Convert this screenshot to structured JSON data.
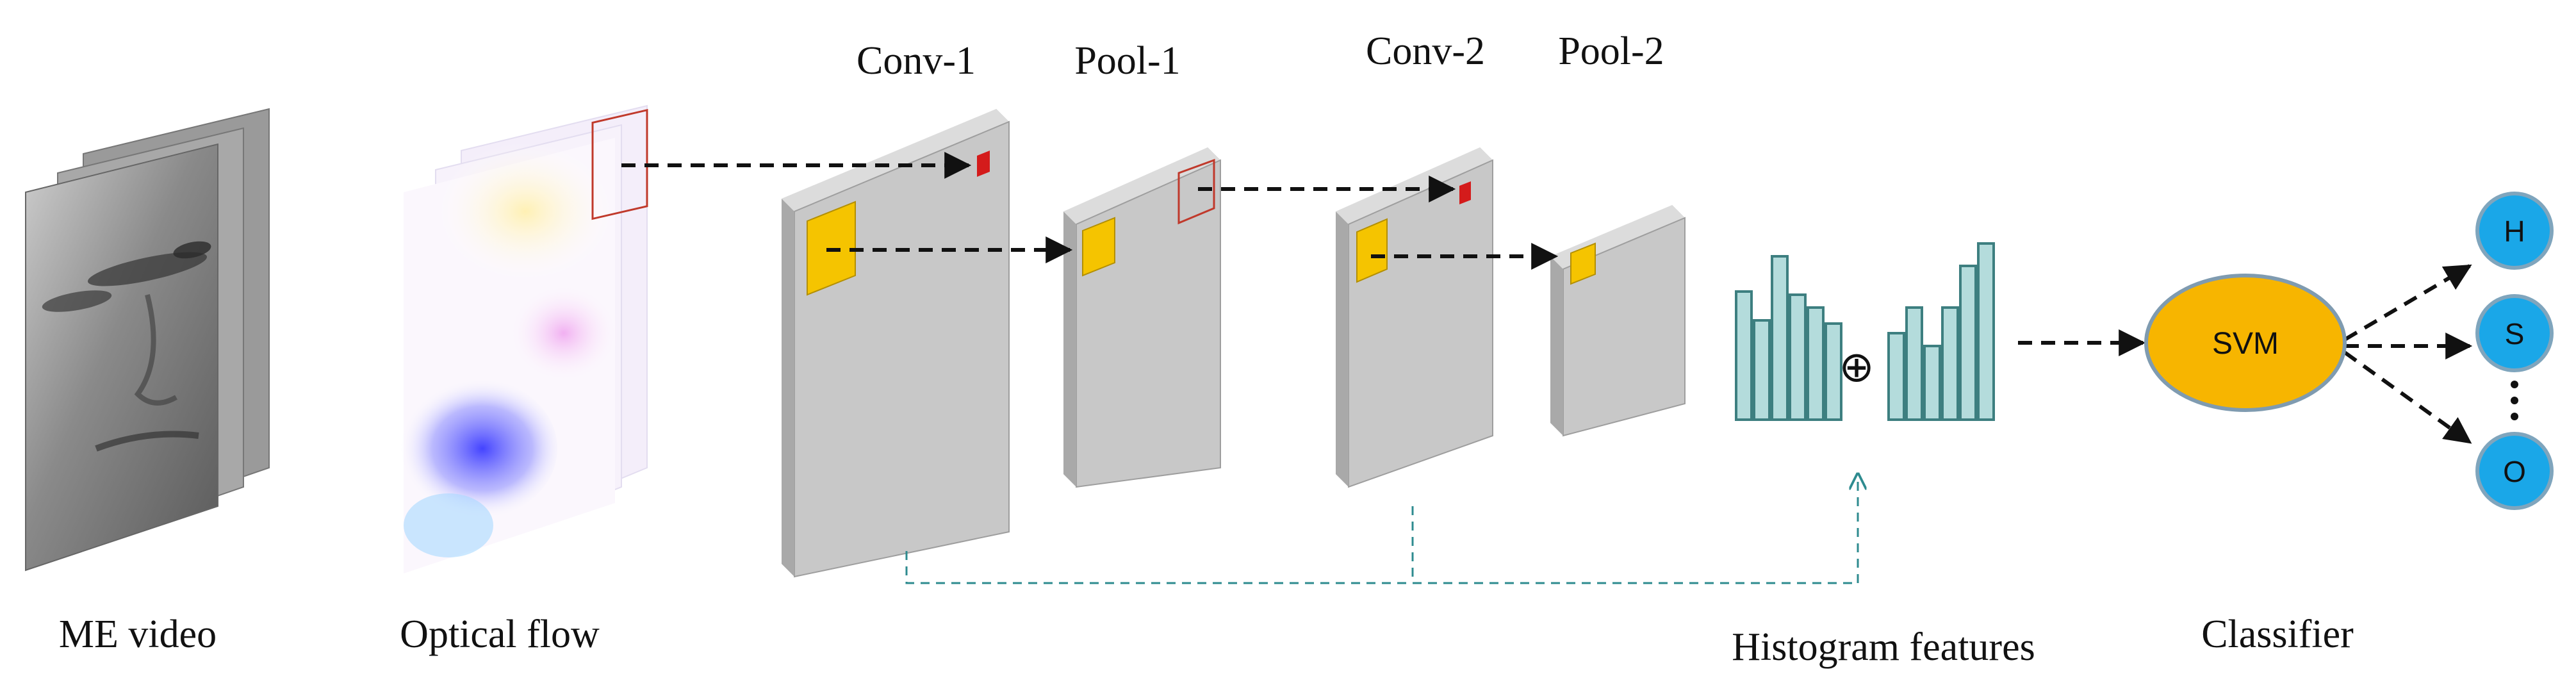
{
  "labels": {
    "me_video": "ME video",
    "optical_flow": "Optical flow",
    "conv1": "Conv-1",
    "pool1": "Pool-1",
    "conv2": "Conv-2",
    "pool2": "Pool-2",
    "histogram_features": "Histogram features",
    "classifier": "Classifier",
    "svm": "SVM",
    "concat_symbol": "⊕",
    "out_h": "H",
    "out_s": "S",
    "out_o": "O"
  },
  "colors": {
    "plate_front": "#c8c8c8",
    "plate_side": "#a9a9a9",
    "plate_top": "#dcdcdc",
    "kernel_fill": "#f5c400",
    "receptive_field": "#c0392b",
    "histogram_fill": "#b4dcdc",
    "histogram_stroke": "#3d7f80",
    "feedback_line": "#2e8b8f",
    "svm_fill": "#f7b500",
    "svm_stroke": "#7f9bb0",
    "output_fill": "#1aa7e8",
    "output_stroke": "#7fa5bd",
    "arrow": "#111111"
  }
}
